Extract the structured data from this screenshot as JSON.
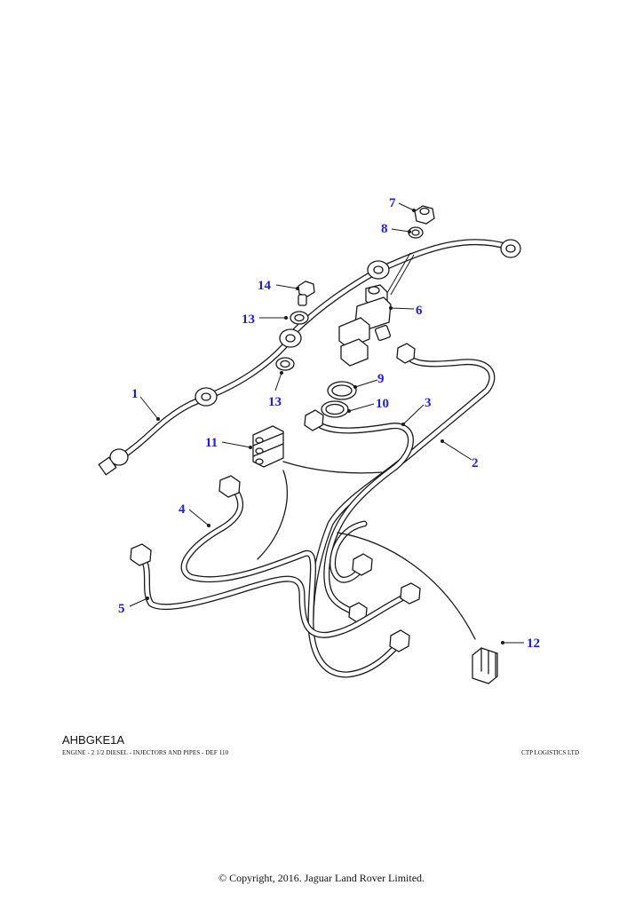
{
  "figure": {
    "code": "AHBGKE1A",
    "caption": "ENGINE - 2 1/2 DIESEL - INJECTORS AND PIPES - DEF 110",
    "supplier": "CTP LOGISTICS LTD",
    "copyright": "© Copyright, 2016. Jaguar Land Rover Limited."
  },
  "callouts": {
    "c1": "1",
    "c2": "2",
    "c3": "3",
    "c4": "4",
    "c5": "5",
    "c6": "6",
    "c7": "7",
    "c8": "8",
    "c9": "9",
    "c10": "10",
    "c11": "11",
    "c12": "12",
    "c13a": "13",
    "c13b": "13",
    "c14": "14"
  },
  "colors": {
    "callout": "#1a1aff",
    "line": "#1a1a1a",
    "background": "#ffffff"
  }
}
